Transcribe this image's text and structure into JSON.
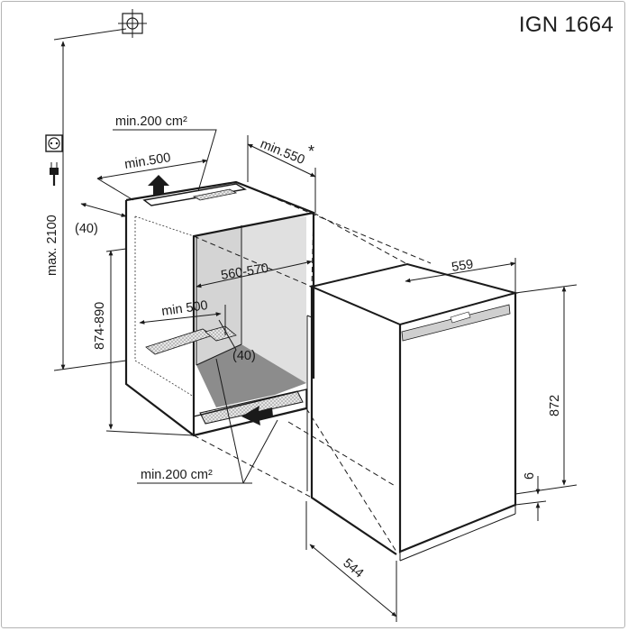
{
  "model": "IGN 1664",
  "labels": {
    "top_vent": "min.200 cm²",
    "top_depth": "min.500",
    "depth_min": "min.550",
    "asterisk": "*",
    "gap_top": "(40)",
    "max_height": "max. 2100",
    "niche_height": "874-890",
    "niche_width": "560-570",
    "bottom_depth": "min 500",
    "gap_bottom": "(40)",
    "bottom_vent": "min.200 cm²",
    "appliance_width": "559",
    "appliance_height": "872",
    "plinth": "6",
    "appliance_depth": "544"
  },
  "icons": [
    "crosshair-icon",
    "socket-icon",
    "plug-icon"
  ],
  "colors": {
    "line": "#1a1a1a",
    "frame": "#b4b4b4",
    "vent_fill": "#cfcfcf",
    "niche_back": "#c8c8c8",
    "niche_floor": "#8c8c8c"
  }
}
